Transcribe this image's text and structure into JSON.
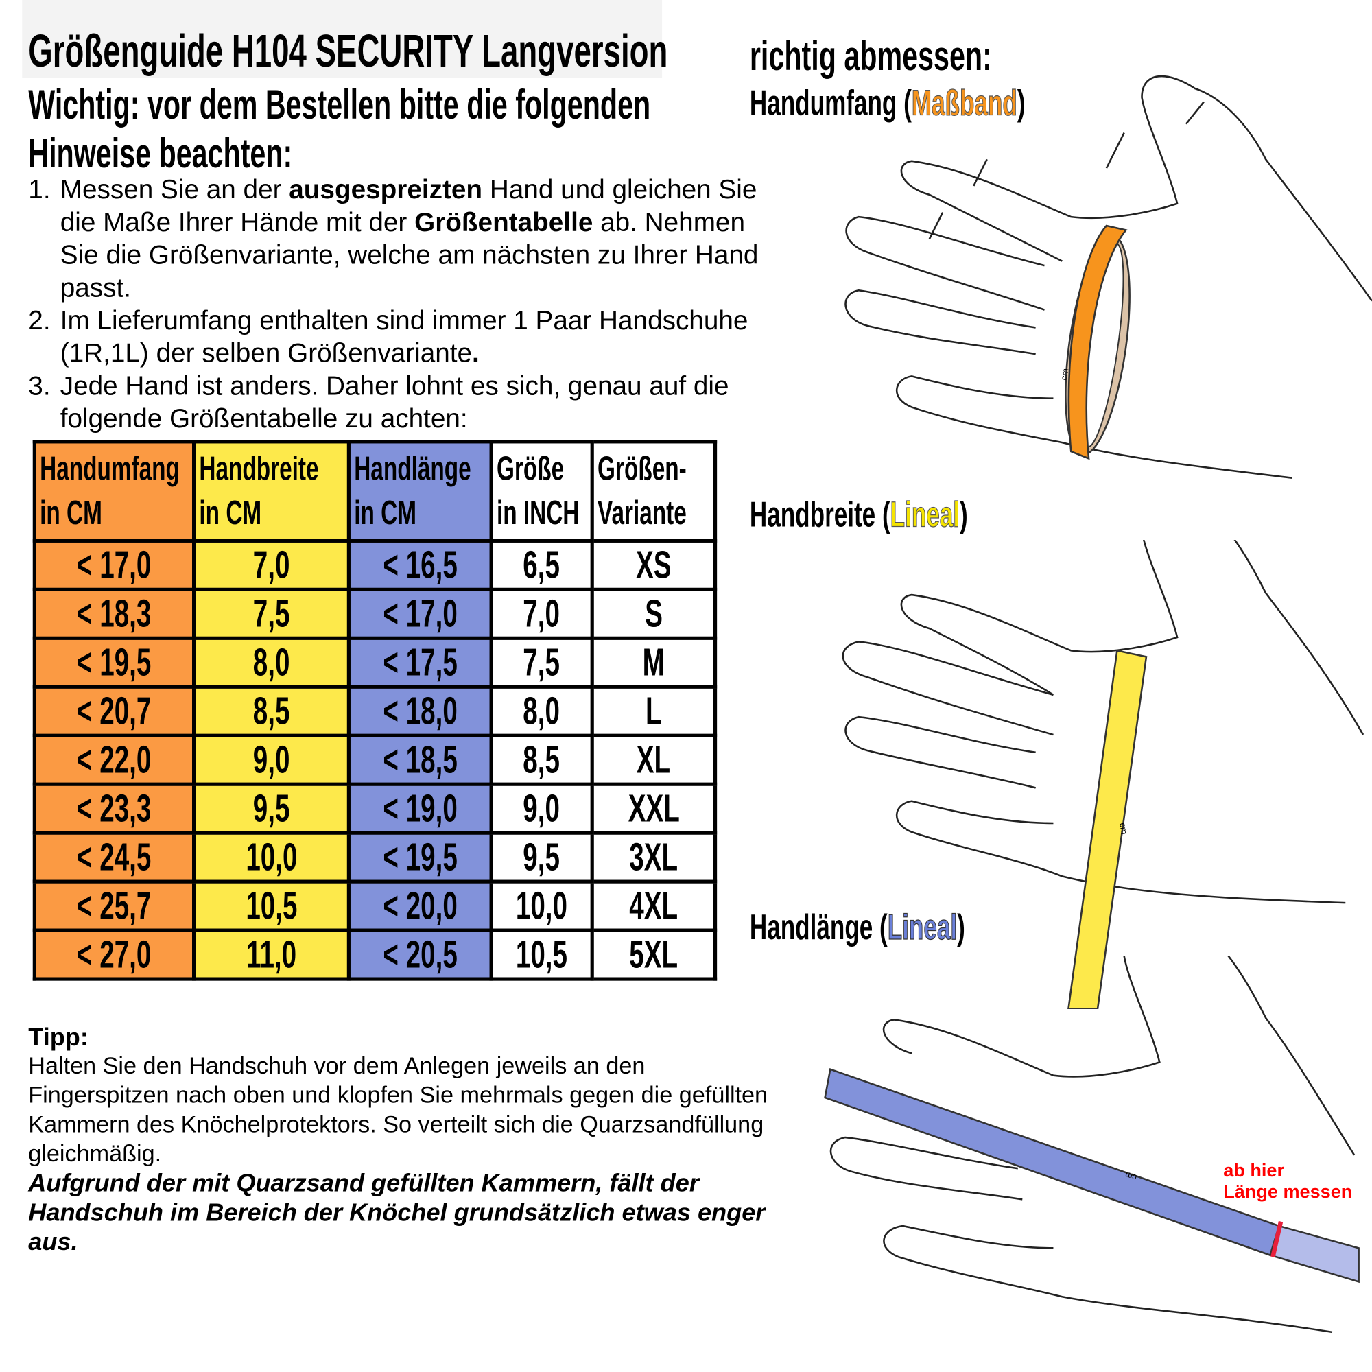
{
  "header": {
    "title": "Größenguide H104 SECURITY Langversion",
    "subtitle_line1": "Wichtig: vor dem Bestellen bitte die folgenden",
    "subtitle_line2": "Hinweise beachten:"
  },
  "instructions": [
    {
      "num": "1.",
      "parts": [
        "Messen Sie an der ",
        "ausgespreizten",
        " Hand und gleichen Sie die Maße Ihrer Hände mit der ",
        "Größentabelle",
        " ab. Nehmen Sie die Größenvariante, welche am nächsten zu Ihrer Hand passt."
      ]
    },
    {
      "num": "2.",
      "parts": [
        "Im Lieferumfang enthalten sind immer 1 Paar Handschuhe (1R,1L) der selben Größenvariante",
        "."
      ]
    },
    {
      "num": "3.",
      "parts": [
        "Jede Hand ist anders. Daher lohnt es sich, genau auf die folgende Größentabelle zu achten:"
      ]
    }
  ],
  "table": {
    "headers": [
      [
        "Handumfang",
        "in CM"
      ],
      [
        "Handbreite",
        "in CM"
      ],
      [
        "Handlänge",
        "in CM"
      ],
      [
        "Größe",
        "in INCH"
      ],
      [
        "Größen-",
        "Variante"
      ]
    ],
    "rows": [
      [
        "< 17,0",
        "7,0",
        "< 16,5",
        "6,5",
        "XS"
      ],
      [
        "< 18,3",
        "7,5",
        "< 17,0",
        "7,0",
        "S"
      ],
      [
        "< 19,5",
        "8,0",
        "< 17,5",
        "7,5",
        "M"
      ],
      [
        "< 20,7",
        "8,5",
        "< 18,0",
        "8,0",
        "L"
      ],
      [
        "< 22,0",
        "9,0",
        "< 18,5",
        "8,5",
        "XL"
      ],
      [
        "< 23,3",
        "9,5",
        "< 19,0",
        "9,0",
        "XXL"
      ],
      [
        "< 24,5",
        "10,0",
        "< 19,5",
        "9,5",
        "3XL"
      ],
      [
        "< 25,7",
        "10,5",
        "< 20,0",
        "10,0",
        "4XL"
      ],
      [
        "< 27,0",
        "11,0",
        "< 20,5",
        "10,5",
        "5XL"
      ]
    ]
  },
  "tipp": {
    "heading": "Tipp:",
    "text": "Halten Sie den Handschuh vor dem Anlegen jeweils an den Fingerspitzen nach oben und klopfen Sie mehrmals gegen die gefüllten Kammern des Knöchelprotektors. So verteilt sich die Quarzsandfüllung gleichmäßig.",
    "emphasis": "Aufgrund der mit Quarzsand gefüllten Kammern, fällt der Handschuh im Bereich der Knöchel grundsätzlich etwas enger aus."
  },
  "measure": {
    "heading": "richtig abmessen:",
    "umfang": {
      "label": "Handumfang (",
      "tool": "Maßband",
      "close": ")",
      "color": "#f7941d"
    },
    "breite": {
      "label": "Handbreite (",
      "tool": "Lineal",
      "close": ")",
      "color": "#f5e400"
    },
    "laenge": {
      "label": "Handlänge (",
      "tool": "Lineal",
      "close": ")",
      "color": "#6a7fd8"
    },
    "note_line1": "ab hier",
    "note_line2": "Länge messen",
    "ruler_unit": "cm"
  }
}
